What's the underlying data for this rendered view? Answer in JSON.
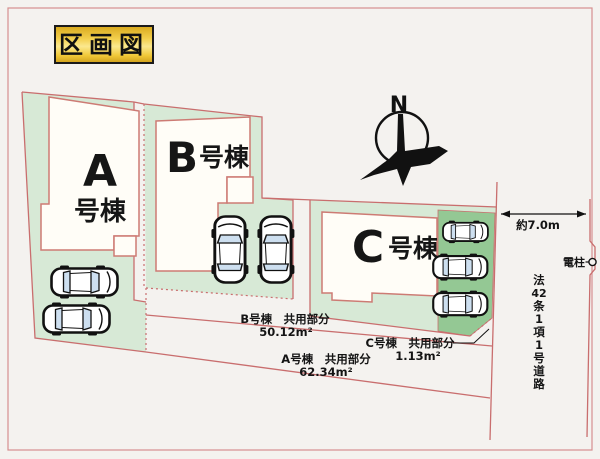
{
  "title": "区画図",
  "compass": {
    "north_label": "N"
  },
  "plots": {
    "a": {
      "letter": "A",
      "suffix": "号棟"
    },
    "b": {
      "letter": "B",
      "suffix": "号棟"
    },
    "c": {
      "letter": "C",
      "suffix": "号棟"
    }
  },
  "annotations": {
    "b_common": {
      "label": "B号棟　共用部分",
      "area": "50.12m²"
    },
    "a_common": {
      "label": "A号棟　共用部分",
      "area": "62.34m²"
    },
    "c_common": {
      "label": "C号棟　共用部分",
      "area": "1.13m²"
    }
  },
  "road": {
    "width_label": "約7.0m",
    "pole_label": "電柱",
    "designation": "法42条1項1号道路",
    "designation_chars": [
      "法",
      "42",
      "条",
      "1",
      "項",
      "1",
      "号",
      "道",
      "路"
    ]
  },
  "colors": {
    "paper": "#f4f2ef",
    "plot_green": "#d7e9d6",
    "parking_green": "#94c894",
    "boundary_pink": "#c96e6e",
    "title_gold": "#f0c838",
    "ink": "#141414"
  }
}
